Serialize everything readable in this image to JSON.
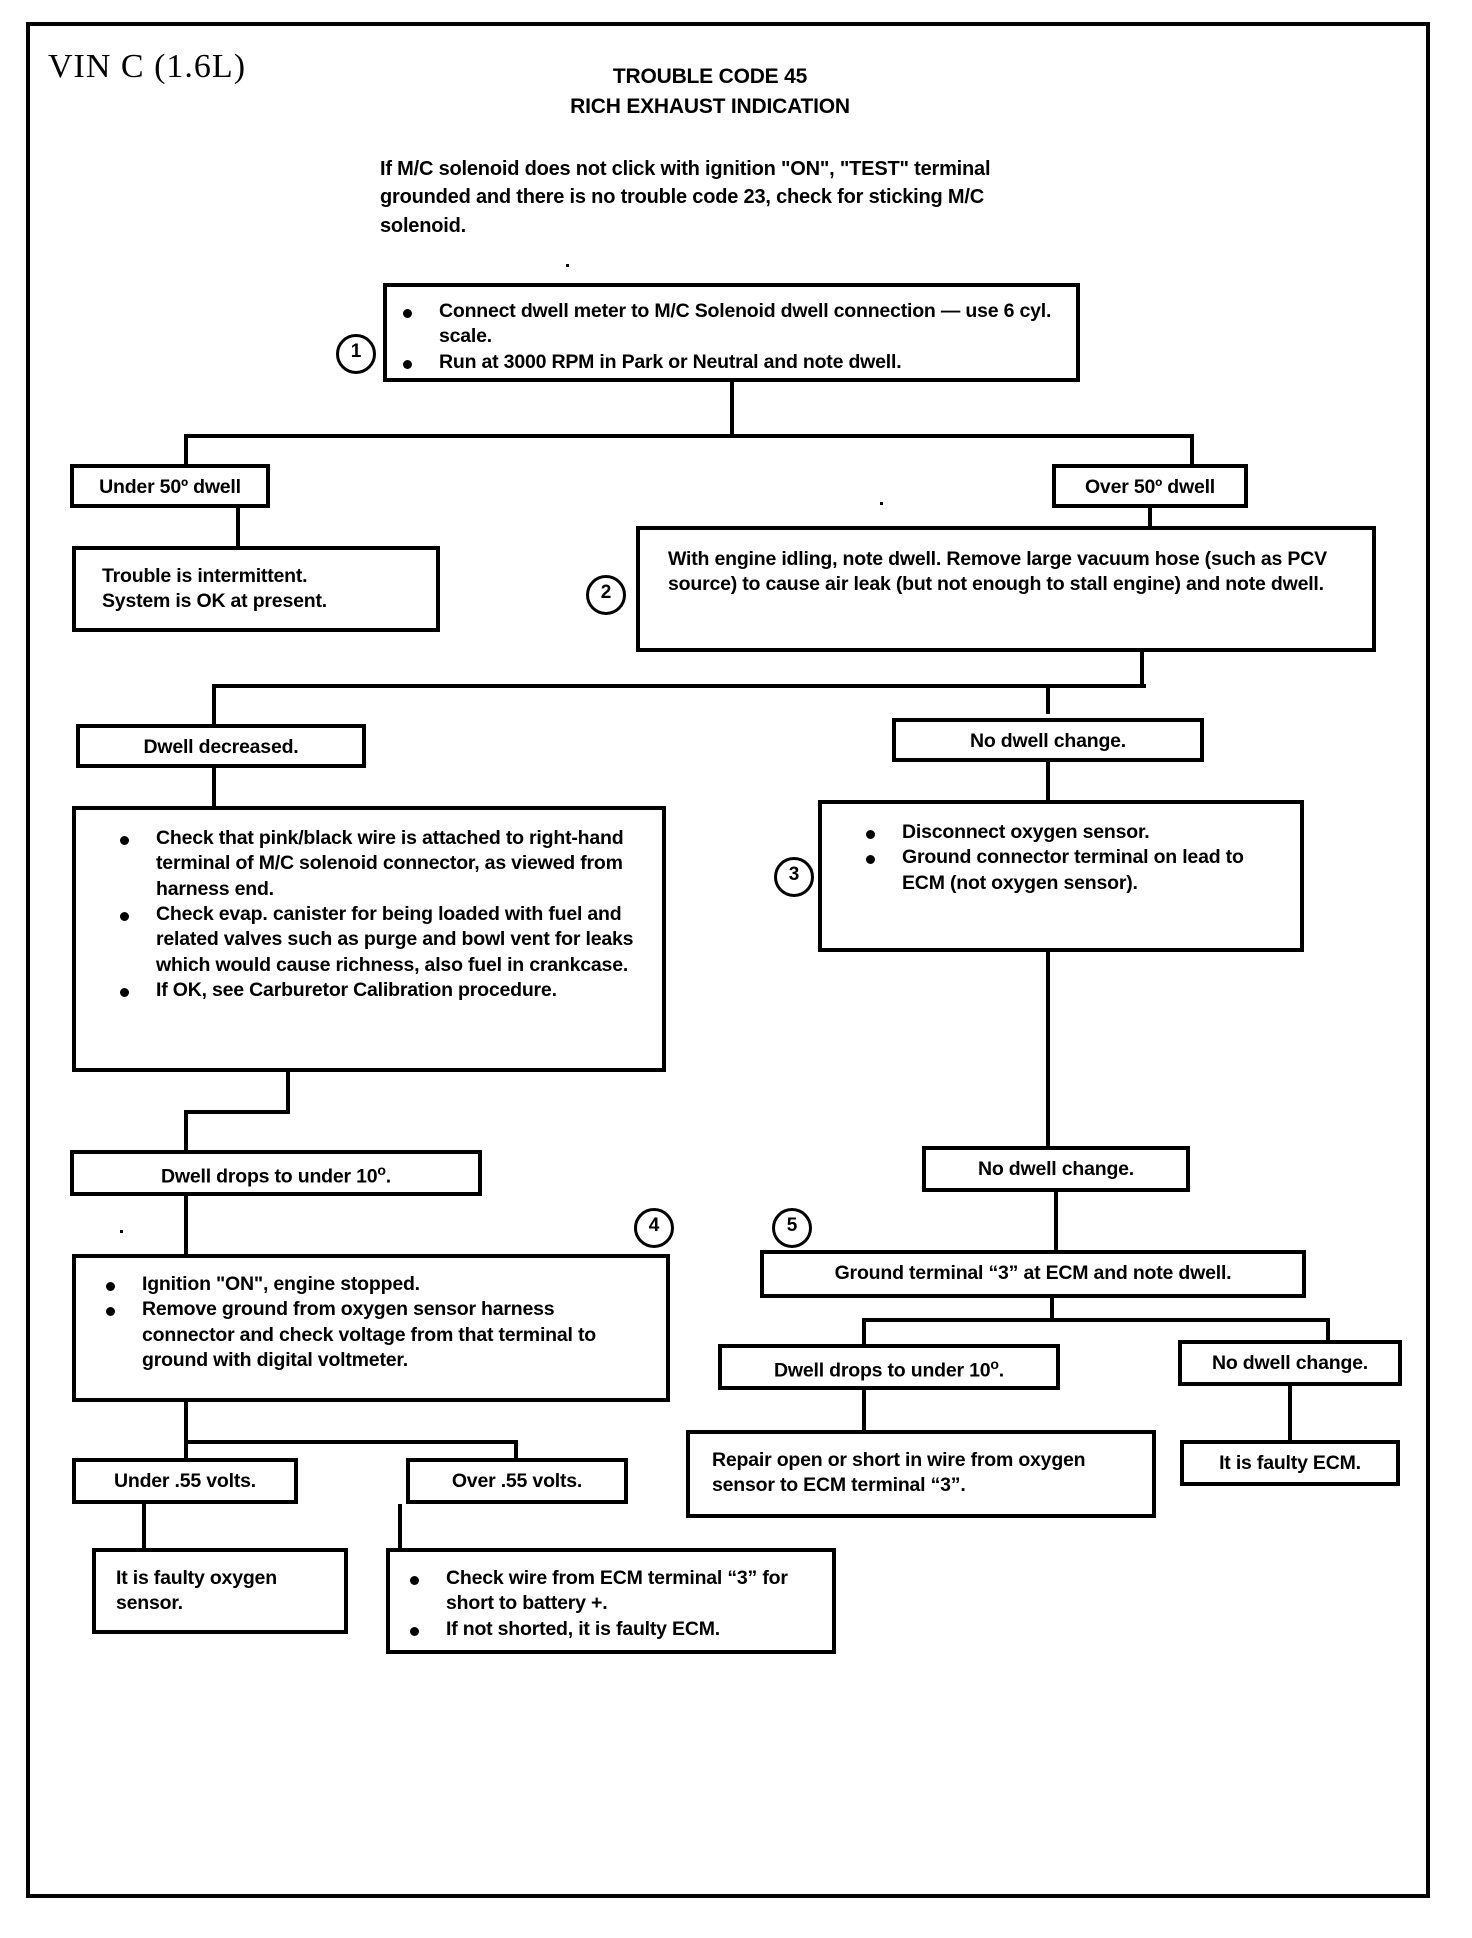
{
  "header": {
    "vin": "VIN  C  (1.6L)",
    "title_line1": "TROUBLE CODE 45",
    "title_line2": "RICH EXHAUST INDICATION",
    "intro": "If M/C solenoid does not click with ignition \"ON\", \"TEST\" terminal grounded and there is no trouble code 23, check for sticking M/C solenoid."
  },
  "steps": {
    "s1": "1",
    "s2": "2",
    "s3": "3",
    "s4": "4",
    "s5": "5"
  },
  "nodes": {
    "step1": {
      "bullets": [
        "Connect dwell meter to M/C Solenoid dwell connection — use 6 cyl. scale.",
        "Run at 3000 RPM in Park or Neutral and note dwell."
      ]
    },
    "under50": "Under 50º dwell",
    "over50": "Over 50º dwell",
    "intermittent": {
      "line1": "Trouble is intermittent.",
      "line2": "System is OK at present."
    },
    "step2": "With engine idling, note dwell. Remove large vacuum hose (such as PCV source) to cause air leak (but not enough to stall engine) and note dwell.",
    "dwell_decreased": "Dwell decreased.",
    "no_dwell_change_a": "No dwell change.",
    "check_box": {
      "bullets": [
        "Check that pink/black wire is attached to right-hand terminal of M/C solenoid connector, as viewed from harness end.",
        "Check evap. canister for being loaded with fuel and related valves such as purge and bowl vent for leaks which would cause richness, also fuel in crankcase.",
        "If OK, see Carburetor Calibration procedure."
      ]
    },
    "step3": {
      "bullets": [
        "Disconnect oxygen sensor.",
        "Ground connector terminal on lead to ECM (not oxygen sensor)."
      ]
    },
    "dwell_drops_left": "Dwell drops to under 10",
    "dwell_drops_left_sup": "o",
    "dwell_drops_left_tail": ".",
    "no_dwell_change_b": "No dwell change.",
    "step4": {
      "bullets": [
        "Ignition \"ON\", engine stopped.",
        "Remove ground from oxygen sensor harness connector and check voltage from that terminal to ground with digital voltmeter."
      ]
    },
    "step5": "Ground terminal “3” at ECM and note dwell.",
    "dwell_drops_mid": "Dwell drops to under 10",
    "dwell_drops_mid_sup": "o",
    "dwell_drops_mid_tail": ".",
    "no_dwell_change_c": "No dwell change.",
    "repair_open": "Repair open or short in wire from oxygen sensor to ECM terminal “3”.",
    "faulty_ecm_right": "It is faulty ECM.",
    "under_55": "Under .55 volts.",
    "over_55": "Over .55 volts.",
    "faulty_oxygen": {
      "line1": "It is faulty oxygen",
      "line2": "sensor."
    },
    "check_wire": {
      "bullets": [
        "Check wire from ECM terminal “3” for short to battery +.",
        "If not shorted, it is faulty ECM."
      ]
    }
  },
  "colors": {
    "ink": "#000000",
    "paper": "#ffffff"
  }
}
